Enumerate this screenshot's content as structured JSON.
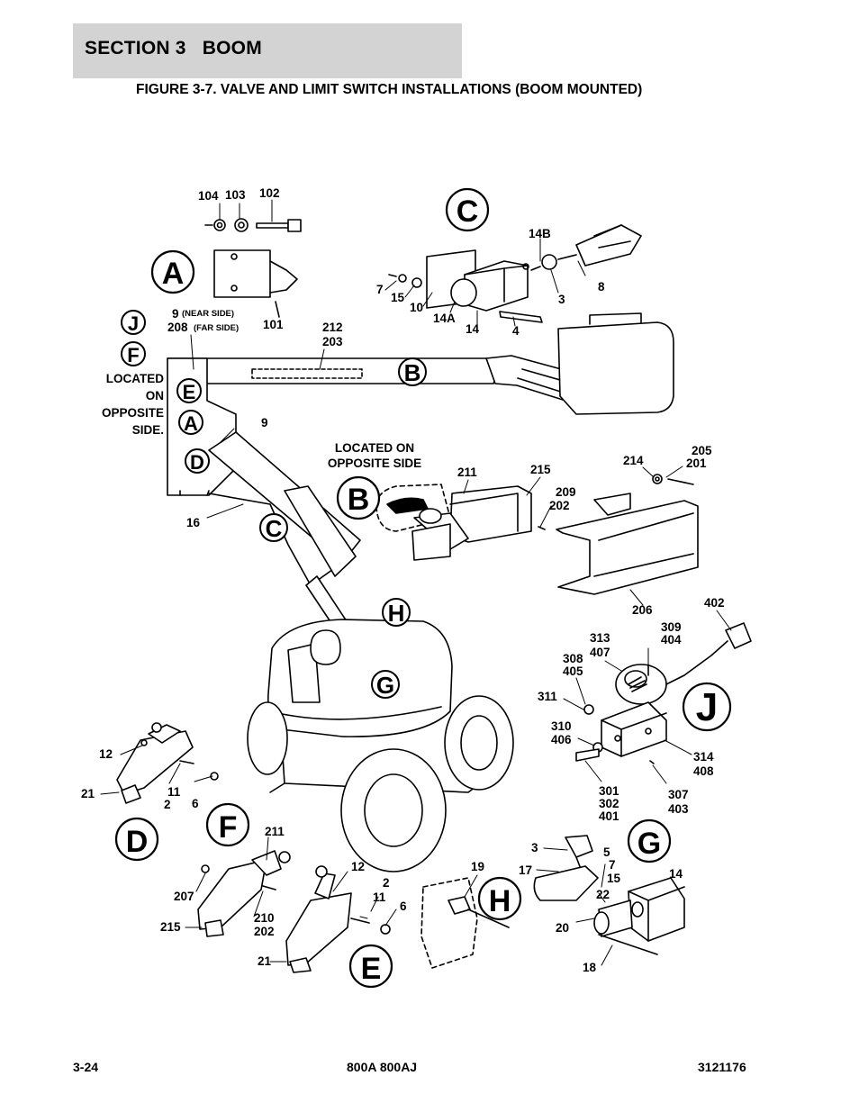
{
  "header": {
    "section_title": "SECTION 3   BOOM",
    "figure_title": "FIGURE 3-7. VALVE AND LIMIT SWITCH INSTALLATIONS (BOOM MOUNTED)"
  },
  "detail_letters": {
    "A": "A",
    "B": "B",
    "C": "C",
    "D": "D",
    "E": "E",
    "F": "F",
    "G": "G",
    "H": "H",
    "J": "J"
  },
  "notes": {
    "near_side": "(NEAR SIDE)",
    "far_side": "(FAR SIDE)",
    "located_on_opposite_side_1": "LOCATED",
    "located_on_opposite_side_2": "ON",
    "located_on_opposite_side_3": "OPPOSITE",
    "located_on_opposite_side_4": "SIDE.",
    "located_b_1": "LOCATED ON",
    "located_b_2": "OPPOSITE SIDE"
  },
  "callouts": {
    "c104": "104",
    "c103": "103",
    "c102": "102",
    "c101": "101",
    "c9": "9",
    "c208": "208",
    "c212": "212",
    "c203": "203",
    "c9b": "9",
    "c16": "16",
    "c14B": "14B",
    "c8": "8",
    "c3": "3",
    "c7": "7",
    "c15": "15",
    "c10": "10",
    "c14A": "14A",
    "c14": "14",
    "c4": "4",
    "c211": "211",
    "c215": "215",
    "c209": "209",
    "c202": "202",
    "c214": "214",
    "c205": "205",
    "c201": "201",
    "c206": "206",
    "c402": "402",
    "c313": "313",
    "c407": "407",
    "c309": "309",
    "c404": "404",
    "c308": "308",
    "c405": "405",
    "c311": "311",
    "c310": "310",
    "c406": "406",
    "c314": "314",
    "c408": "408",
    "c307": "307",
    "c403": "403",
    "c301": "301",
    "c302": "302",
    "c401": "401",
    "d12": "12",
    "d11": "11",
    "d2": "2",
    "d6": "6",
    "d21": "21",
    "f211": "211",
    "f207": "207",
    "f210": "210",
    "f202": "202",
    "f215": "215",
    "e12": "12",
    "e2": "2",
    "e11": "11",
    "e6": "6",
    "e21": "21",
    "h19": "19",
    "g3": "3",
    "g17": "17",
    "g5": "5",
    "g7": "7",
    "g15": "15",
    "g14": "14",
    "g22": "22",
    "g20": "20",
    "g18": "18"
  },
  "footer": {
    "page_number": "3-24",
    "model": "800A 800AJ",
    "doc_number": "3121176"
  }
}
